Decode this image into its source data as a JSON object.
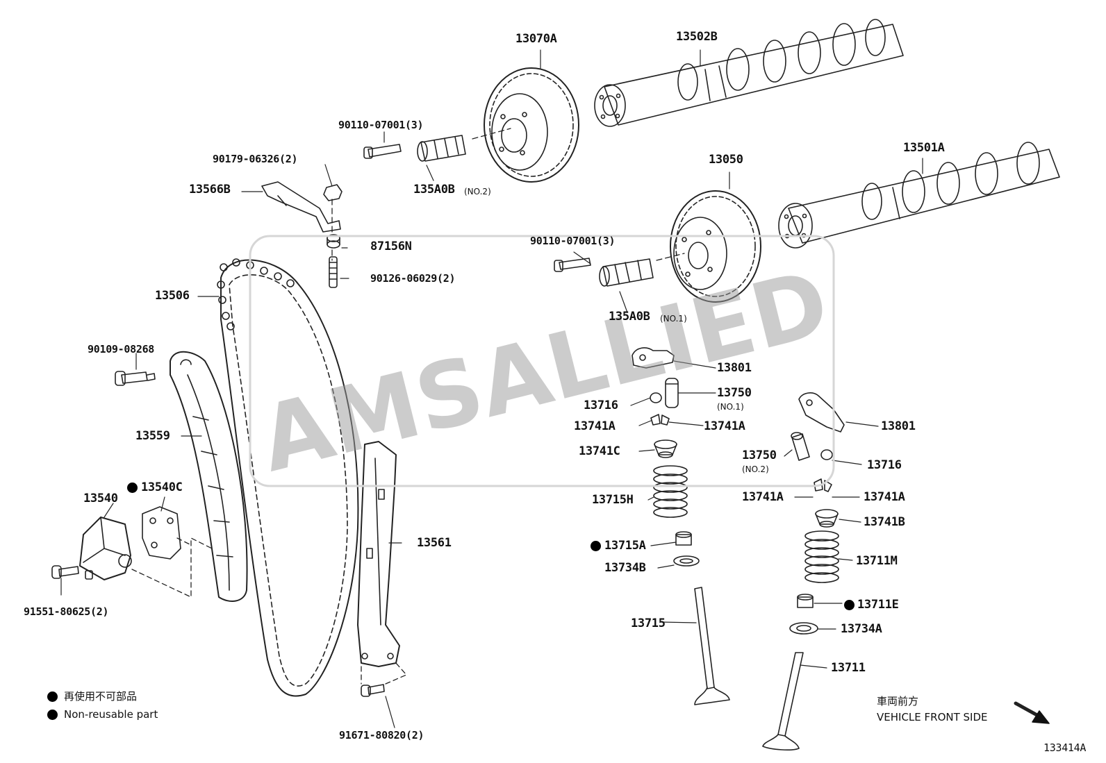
{
  "diagram_id": "133414A",
  "watermark": "AMSALLIED",
  "parts": {
    "p13070A": "13070A",
    "p13502B": "13502B",
    "p13501A": "13501A",
    "p13050": "13050",
    "p90110_a": "90110-07001(3)",
    "p90110_b": "90110-07001(3)",
    "p90179": "90179-06326(2)",
    "p13566B": "13566B",
    "p135A0B_2": "135A0B",
    "p135A0B_2_note": "(NO.2)",
    "p135A0B_1": "135A0B",
    "p135A0B_1_note": "(NO.1)",
    "p87156N": "87156N",
    "p90126": "90126-06029(2)",
    "p13506": "13506",
    "p90109": "90109-08268",
    "p13559": "13559",
    "p13540": "13540",
    "p13540C": "13540C",
    "p91551": "91551-80625(2)",
    "p13561": "13561",
    "p91671": "91671-80820(2)",
    "p13801_a": "13801",
    "p13801_b": "13801",
    "p13750_1": "13750",
    "p13750_1_note": "(NO.1)",
    "p13750_2": "13750",
    "p13750_2_note": "(NO.2)",
    "p13716_a": "13716",
    "p13716_b": "13716",
    "p13741A_a": "13741A",
    "p13741A_b": "13741A",
    "p13741A_c": "13741A",
    "p13741A_d": "13741A",
    "p13741C": "13741C",
    "p13741B": "13741B",
    "p13715H": "13715H",
    "p13715A": "13715A",
    "p13734B": "13734B",
    "p13715": "13715",
    "p13711M": "13711M",
    "p13711E": "13711E",
    "p13734A": "13734A",
    "p13711": "13711"
  },
  "legend": {
    "jp": "再使用不可部品",
    "en": "Non-reusable part"
  },
  "front": {
    "jp": "車両前方",
    "en": "VEHICLE FRONT SIDE"
  }
}
